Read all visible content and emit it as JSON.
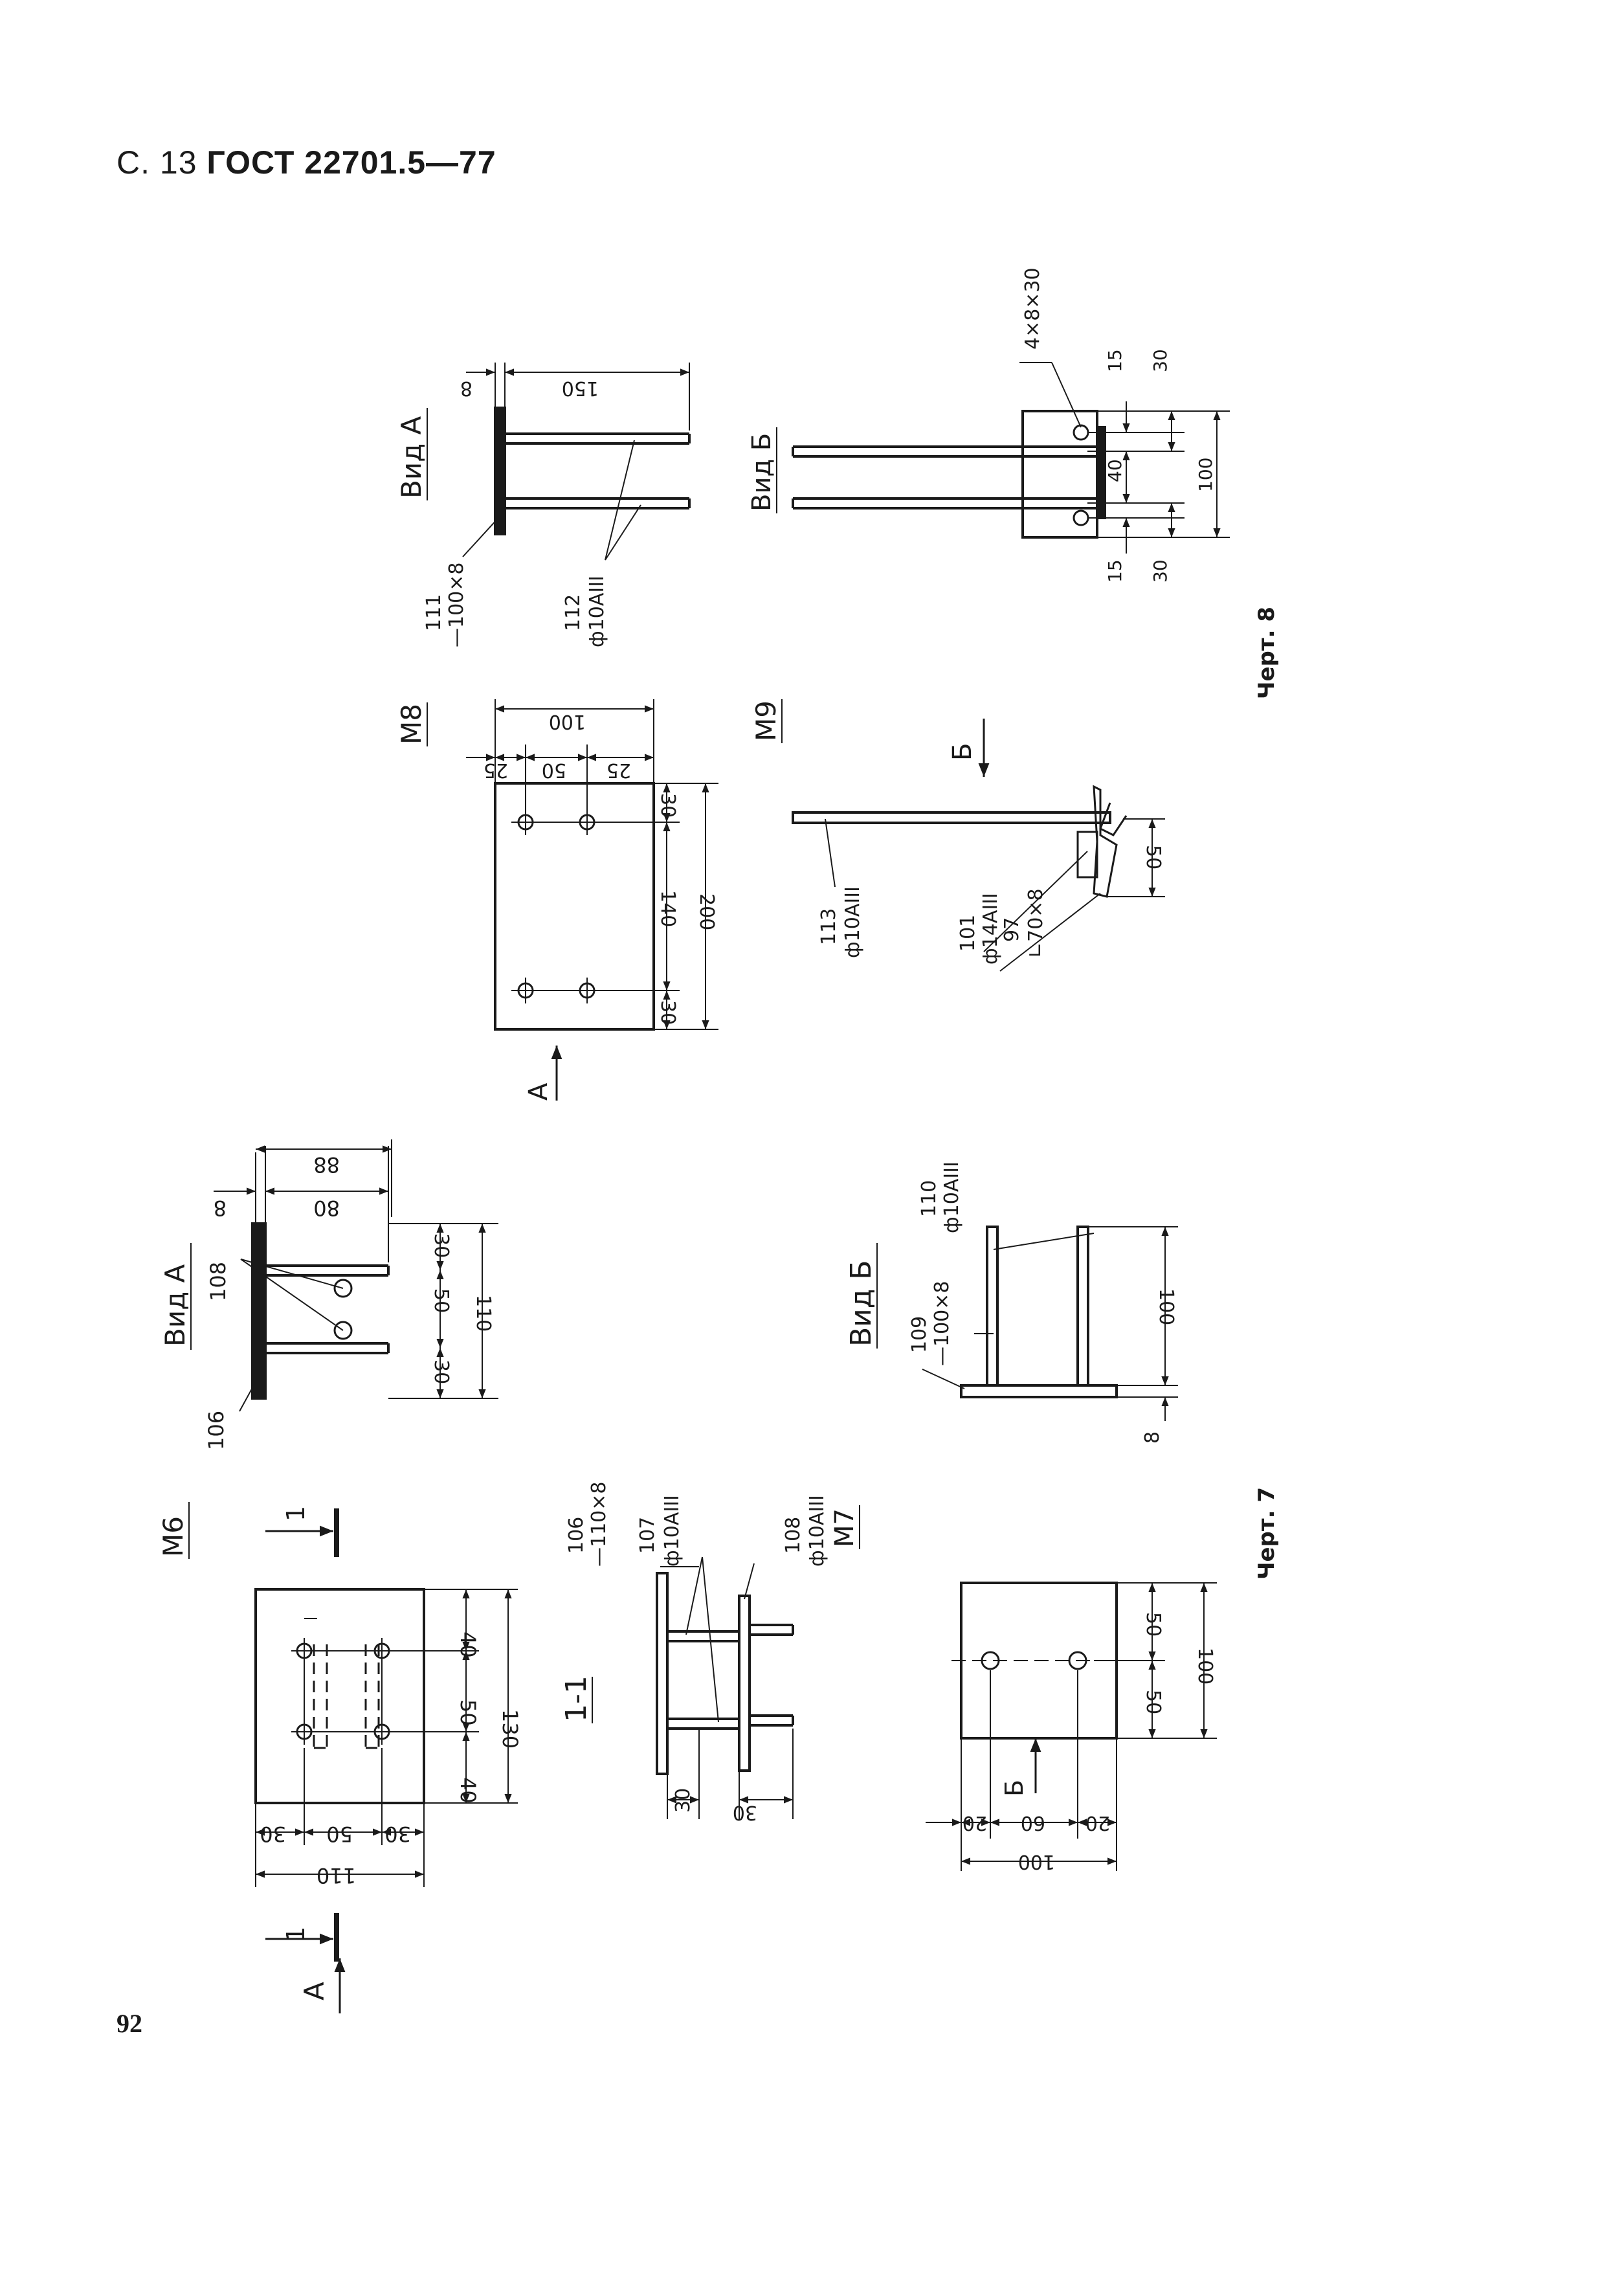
{
  "header": {
    "page_label": "С. 13",
    "standard": "ГОСТ 22701.5—77"
  },
  "page_number": "92",
  "sheet_m6": {
    "mark": "М6",
    "dims_vertical": [
      "40",
      "50",
      "40",
      "130"
    ],
    "dims_horizontal": [
      "30",
      "50",
      "30",
      "110"
    ],
    "section_mark": "1",
    "view_arrow_label": "А",
    "view_a_title": "Вид А",
    "view_a_parts": [
      "106",
      "108"
    ],
    "view_a_dims_top": [
      "8",
      "80",
      "88"
    ],
    "view_a_dims_side": [
      "30",
      "50",
      "30",
      "110"
    ]
  },
  "section_1_1": {
    "title": "1-1",
    "part_106": "106",
    "part_106_spec": "—110×8",
    "part_107": "107",
    "part_107_spec": "ф10АIII",
    "part_108": "108",
    "part_108_spec": "ф10АIII",
    "dims": [
      "30",
      "30"
    ]
  },
  "sheet_m7": {
    "mark": "М7",
    "dims_vertical": [
      "50",
      "50",
      "100"
    ],
    "dims_horizontal": [
      "20",
      "60",
      "20",
      "100"
    ],
    "view_arrow_label": "Б",
    "view_b_title": "Вид Б",
    "part_109": "109",
    "part_109_spec": "—100×8",
    "part_110": "110",
    "part_110_spec": "ф10АIII",
    "view_b_dims": [
      "100",
      "8"
    ]
  },
  "caption_7": "Черт. 7",
  "sheet_m8": {
    "mark": "М8",
    "dims_top": [
      "25",
      "50",
      "25",
      "100"
    ],
    "dims_side": [
      "30",
      "140",
      "30",
      "200"
    ],
    "view_arrow_label": "А",
    "view_a_title": "Вид А",
    "view_a_dims": [
      "8",
      "150"
    ],
    "part_111": "111",
    "part_111_spec": "—100×8",
    "part_112": "112",
    "part_112_spec": "ф10АIII"
  },
  "sheet_m9": {
    "mark": "М9",
    "view_arrow_label": "Б",
    "part_113": "113",
    "part_113_spec": "ф10АIII",
    "part_101": "101",
    "part_101_spec": "ф14АIII",
    "part_97": "97",
    "part_97_spec": "∟70×8",
    "dim": "50",
    "view_b_title": "Вид Б",
    "weld": "4×8×30",
    "view_b_dims": [
      "15",
      "30",
      "40",
      "100",
      "15",
      "30"
    ]
  },
  "caption_8": "Черт. 8"
}
